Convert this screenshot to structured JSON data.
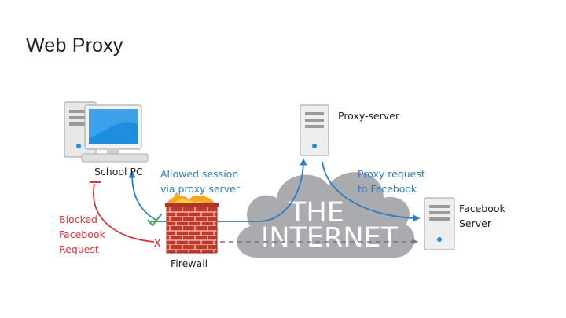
{
  "slide": {
    "title": "Web Proxy"
  },
  "labels": {
    "school_pc": "School PC",
    "proxy_server": "Proxy-server",
    "allowed_line1": "Allowed session",
    "allowed_line2": "via proxy server",
    "proxy_request_line1": "Proxy request",
    "proxy_request_line2": "to Facebook",
    "facebook_line1": "Facebook",
    "facebook_line2": "Server",
    "blocked_line1": "Blocked",
    "blocked_line2": "Facebook",
    "blocked_line3": "Request",
    "firewall": "Firewall",
    "internet_line1": "THE",
    "internet_line2": "INTERNET",
    "blocked_mark": "X"
  },
  "colors": {
    "allowed": "#2b7cc4",
    "blocked": "#d9363e",
    "cloud": "#a9abae",
    "server_body": "#eeeeee",
    "monitor_blue": "#1e8fe0",
    "brick": "#c0392b",
    "check": "#4caf50"
  },
  "icons": [
    "desktop-computer-icon",
    "server-icon",
    "firewall-icon",
    "cloud-icon",
    "checkmark-icon"
  ]
}
